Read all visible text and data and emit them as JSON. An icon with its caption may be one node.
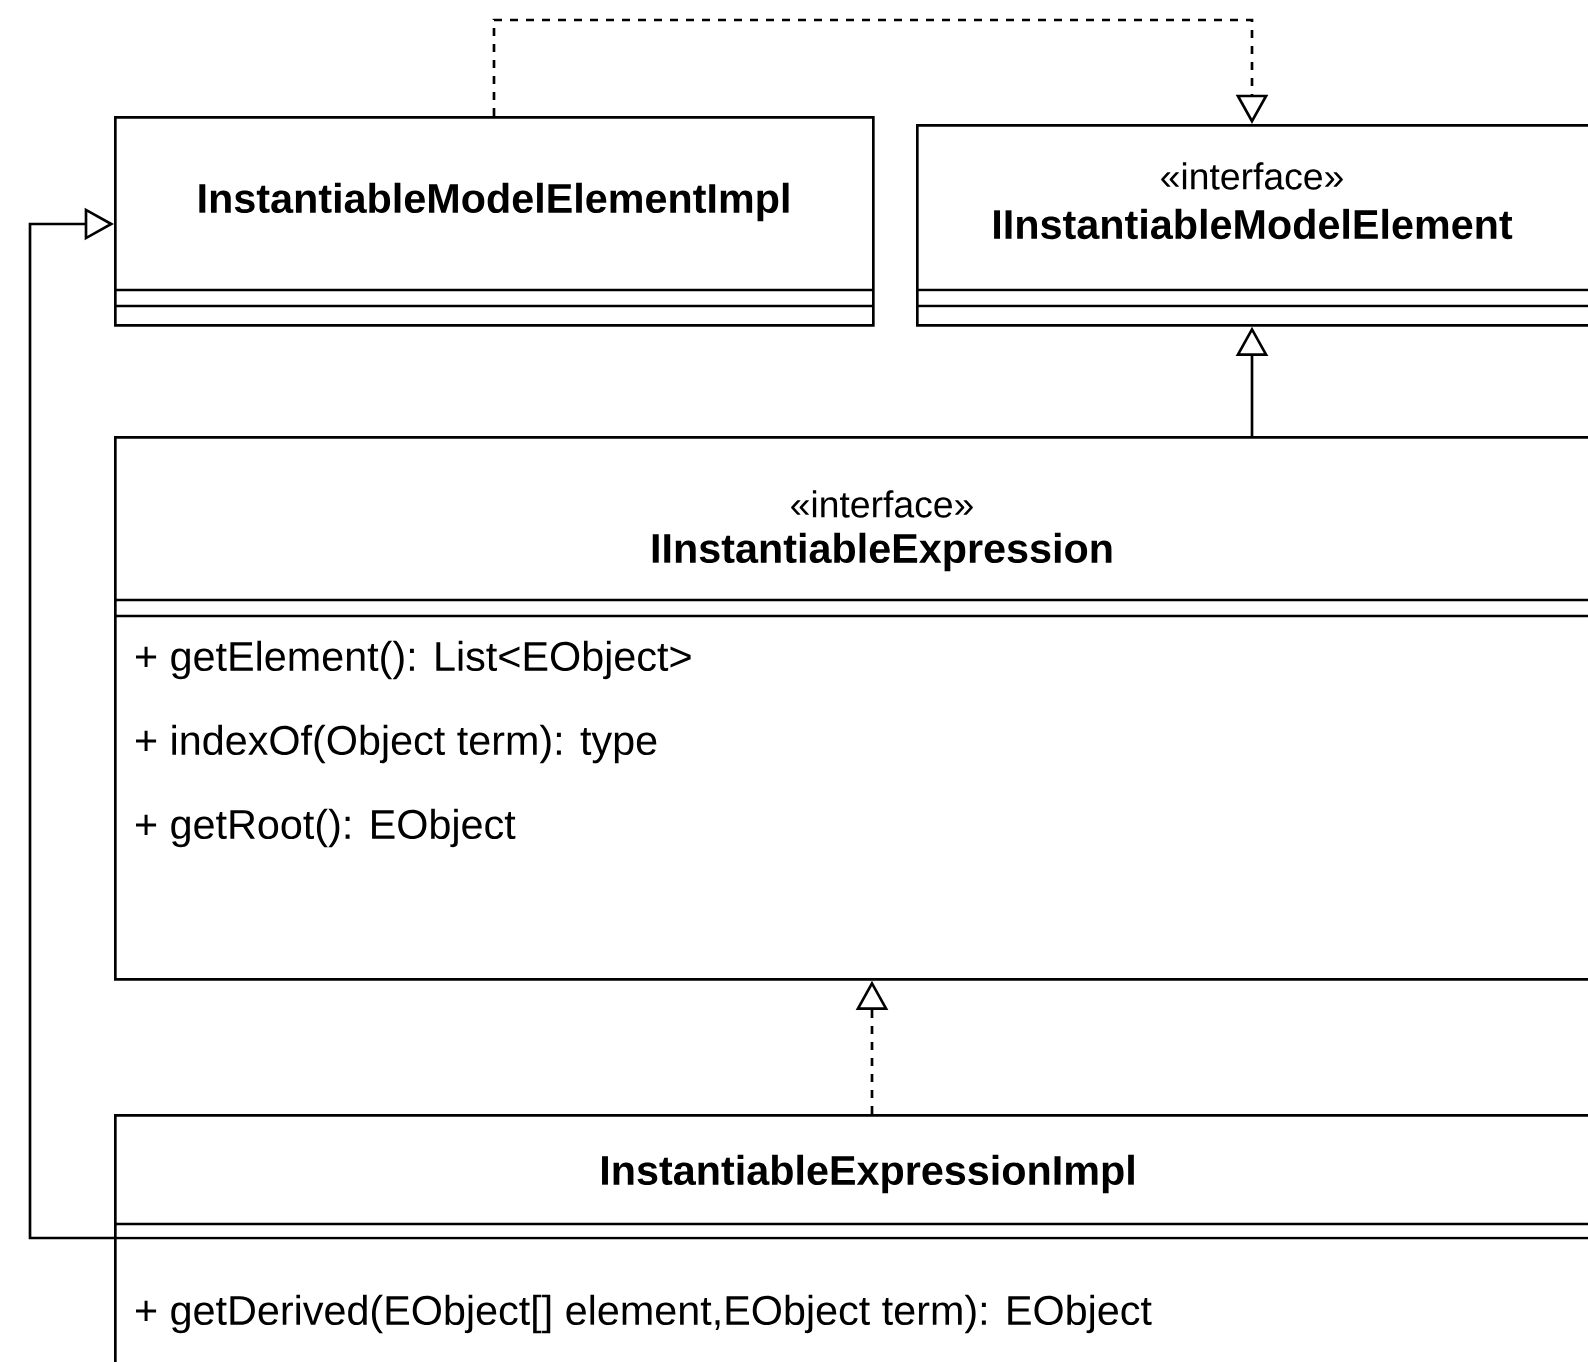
{
  "diagram": {
    "nodes": [
      {
        "text": [
          "InstantiableModelElementImpl"
        ]
      },
      {
        "text": [
          "«interface»",
          "IInstantiableModelElement"
        ]
      },
      {
        "text": [
          "«interface»",
          "IInstantiableExpression",
          "+ getElement(): List<EObject>",
          "+ indexOf(Object term): type",
          "+ getRoot(): EObject"
        ]
      },
      {
        "text": [
          "InstantiableExpressionImpl",
          "+ getDerived(EObject[] element,EObject term): EObject"
        ]
      }
    ],
    "edges": [
      {
        "from": 0,
        "to": 1,
        "arrow": "to",
        "style": "dashed"
      },
      {
        "from": 2,
        "to": 1,
        "arrow": "to"
      },
      {
        "from": 3,
        "to": 2,
        "arrow": "to",
        "style": "dashed"
      },
      {
        "from": 3,
        "to": 0,
        "arrow": "to"
      }
    ]
  }
}
